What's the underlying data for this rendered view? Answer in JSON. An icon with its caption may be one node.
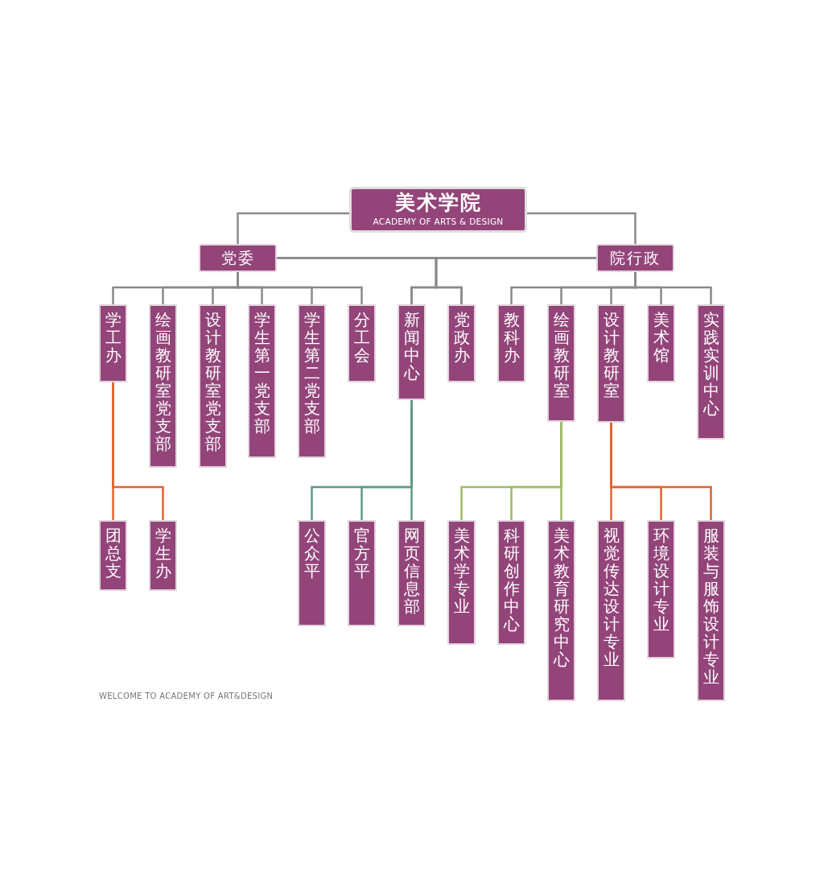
{
  "diagram": {
    "nodes": [
      {
        "text": [
          "美术学院",
          "ACADEMY OF ARTS & DESIGN"
        ]
      },
      {
        "text": [
          "党委"
        ]
      },
      {
        "text": [
          "院行政"
        ]
      },
      {
        "text": [
          "学工办"
        ]
      },
      {
        "text": [
          "绘画教研室党支部"
        ]
      },
      {
        "text": [
          "设计教研室党支部"
        ]
      },
      {
        "text": [
          "学生第一党支部"
        ]
      },
      {
        "text": [
          "学生第二党支部"
        ]
      },
      {
        "text": [
          "分工会"
        ]
      },
      {
        "text": [
          "新闻中心"
        ]
      },
      {
        "text": [
          "党政办"
        ]
      },
      {
        "text": [
          "教科办"
        ]
      },
      {
        "text": [
          "绘画教研室"
        ]
      },
      {
        "text": [
          "设计教研室"
        ]
      },
      {
        "text": [
          "美术馆"
        ]
      },
      {
        "text": [
          "实践实训中心"
        ]
      },
      {
        "text": [
          "团总支"
        ]
      },
      {
        "text": [
          "学生办"
        ]
      },
      {
        "text": [
          "公众平"
        ]
      },
      {
        "text": [
          "官方平"
        ]
      },
      {
        "text": [
          "网页信息部"
        ]
      },
      {
        "text": [
          "美术学专业"
        ]
      },
      {
        "text": [
          "科研创作中心"
        ]
      },
      {
        "text": [
          "美术教育研究中心"
        ]
      },
      {
        "text": [
          "视觉传达设计专业"
        ]
      },
      {
        "text": [
          "环境设计专业"
        ]
      },
      {
        "text": [
          "服装与服饰设计专业"
        ]
      }
    ],
    "edges": [
      {
        "from": 0,
        "to": 1,
        "arrow": "none"
      },
      {
        "from": 0,
        "to": 2,
        "arrow": "none"
      },
      {
        "from": 1,
        "to": 3,
        "arrow": "none"
      },
      {
        "from": 1,
        "to": 4,
        "arrow": "none"
      },
      {
        "from": 1,
        "to": 5,
        "arrow": "none"
      },
      {
        "from": 1,
        "to": 6,
        "arrow": "none"
      },
      {
        "from": 1,
        "to": 7,
        "arrow": "none"
      },
      {
        "from": 1,
        "to": 8,
        "arrow": "none"
      },
      {
        "from": 1,
        "to": 9,
        "arrow": "none"
      },
      {
        "from": 1,
        "to": 10,
        "arrow": "none"
      },
      {
        "from": 2,
        "to": 9,
        "arrow": "none"
      },
      {
        "from": 2,
        "to": 10,
        "arrow": "none"
      },
      {
        "from": 2,
        "to": 11,
        "arrow": "none"
      },
      {
        "from": 2,
        "to": 12,
        "arrow": "none"
      },
      {
        "from": 2,
        "to": 13,
        "arrow": "none"
      },
      {
        "from": 2,
        "to": 14,
        "arrow": "none"
      },
      {
        "from": 2,
        "to": 15,
        "arrow": "none"
      },
      {
        "from": 3,
        "to": 16,
        "arrow": "none",
        "color": "#e0632e"
      },
      {
        "from": 3,
        "to": 17,
        "arrow": "none",
        "color": "#e0632e"
      },
      {
        "from": 9,
        "to": 18,
        "arrow": "none",
        "color": "#5e9a80"
      },
      {
        "from": 9,
        "to": 19,
        "arrow": "none",
        "color": "#5e9a80"
      },
      {
        "from": 9,
        "to": 20,
        "arrow": "none",
        "color": "#5e9a80"
      },
      {
        "from": 12,
        "to": 21,
        "arrow": "none",
        "color": "#9dba68"
      },
      {
        "from": 12,
        "to": 22,
        "arrow": "none",
        "color": "#9dba68"
      },
      {
        "from": 12,
        "to": 23,
        "arrow": "none",
        "color": "#9dba68"
      },
      {
        "from": 13,
        "to": 24,
        "arrow": "none",
        "color": "#e0632e"
      },
      {
        "from": 13,
        "to": 25,
        "arrow": "none",
        "color": "#e0632e"
      },
      {
        "from": 13,
        "to": 26,
        "arrow": "none",
        "color": "#e0632e"
      }
    ],
    "labels": [
      "WELCOME TO ACADEMY OF ART&DESIGN"
    ]
  }
}
